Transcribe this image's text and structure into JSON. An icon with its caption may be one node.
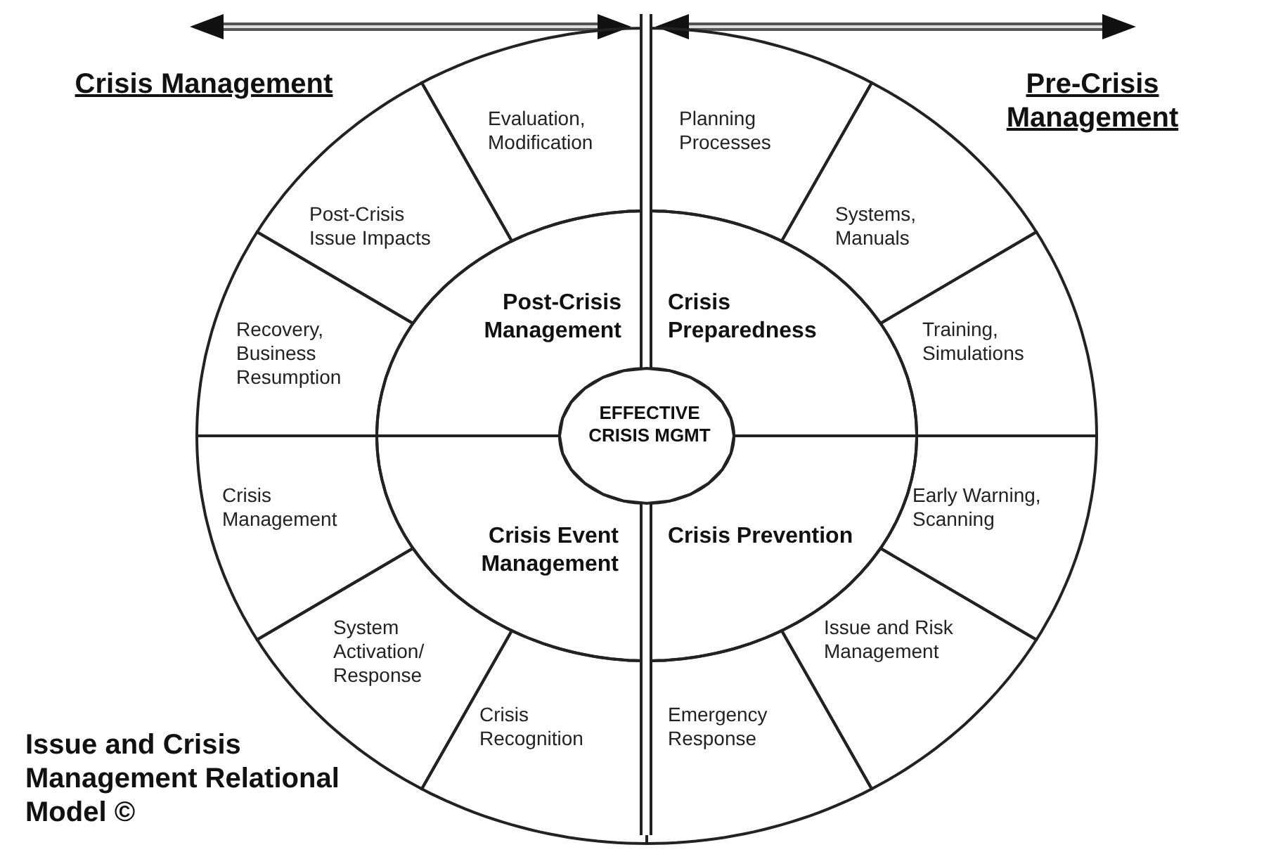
{
  "diagram": {
    "title": "Issue and Crisis Management Relational Model ©",
    "nodes": [
      {
        "text": [
          "Evaluation, Modification"
        ]
      },
      {
        "text": [
          "Planning Processes"
        ]
      },
      {
        "text": [
          "Post-Crisis Issue Impacts"
        ]
      },
      {
        "text": [
          "Systems, Manuals"
        ]
      },
      {
        "text": [
          "Post-Crisis Management"
        ]
      },
      {
        "text": [
          "Crisis Preparedness"
        ]
      },
      {
        "text": [
          "Training, Simulations"
        ]
      },
      {
        "text": [
          "Recovery, Business Resumption"
        ]
      },
      {
        "text": [
          "EFFECTIVE CRISIS MGMT"
        ]
      },
      {
        "text": [
          "Crisis Management"
        ]
      },
      {
        "text": [
          "Early Warning, Scanning"
        ]
      },
      {
        "text": [
          "Crisis Event Management"
        ]
      },
      {
        "text": [
          "Crisis Prevention"
        ]
      },
      {
        "text": [
          "System Activation/ Response"
        ]
      },
      {
        "text": [
          "Issue and Risk Management"
        ]
      },
      {
        "text": [
          "Crisis Recognition"
        ]
      },
      {
        "text": [
          "Emergency Response"
        ]
      }
    ],
    "labels": [
      "Crisis Management",
      "Pre-Crisis Management"
    ]
  }
}
